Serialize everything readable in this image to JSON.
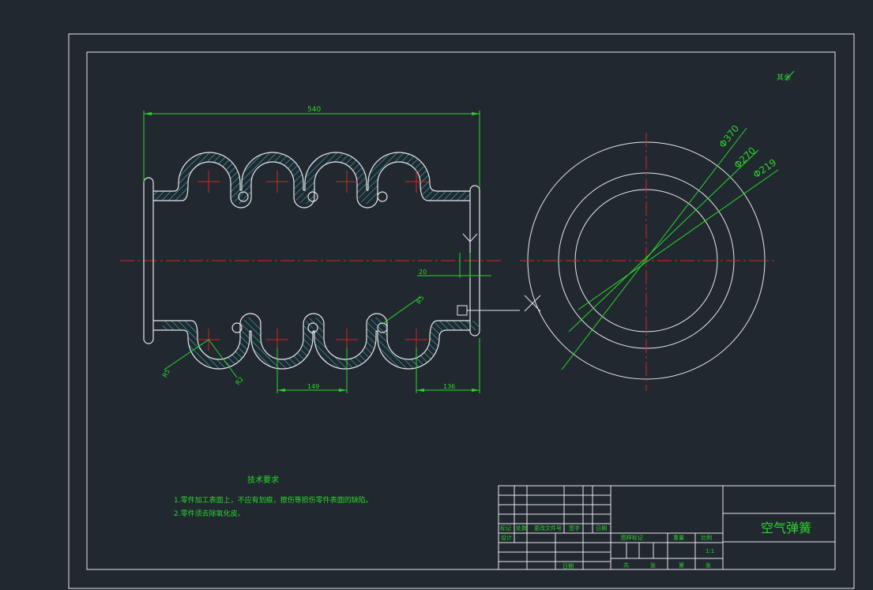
{
  "drawing": {
    "title": "空气弹簧",
    "roughness_note": "其余",
    "tech_requirements": {
      "heading": "技术要求",
      "items": [
        "1.零件加工表面上，不应有划痕，擦伤等损伤零件表面的缺陷。",
        "2.零件须去除氧化皮。"
      ]
    },
    "dimensions": {
      "overall_length": "540",
      "pitch": "149",
      "end_offset": "136",
      "flange_thickness": "20",
      "diameters": [
        "Φ370",
        "Φ270",
        "Φ219"
      ],
      "radius_a": "R5",
      "radius_b": "R2",
      "radius_c": "R5"
    },
    "title_block": {
      "row_labels": [
        "标记",
        "处数",
        "更改文件号",
        "签字",
        "日期"
      ],
      "design": "设计",
      "stage_mark": "图样标记",
      "weight": "重量",
      "scale": "比例",
      "scale_value": "1:1",
      "sheet_total": "共",
      "sheet_label": "张",
      "sheet_num": "第",
      "sheet_label2": "张",
      "date": "日期"
    },
    "colors": {
      "background": "#212830",
      "frame": "#e8e8e8",
      "dimension": "#2bd42b",
      "centerline": "#d42424",
      "hatch": "#3ab6b6"
    }
  }
}
